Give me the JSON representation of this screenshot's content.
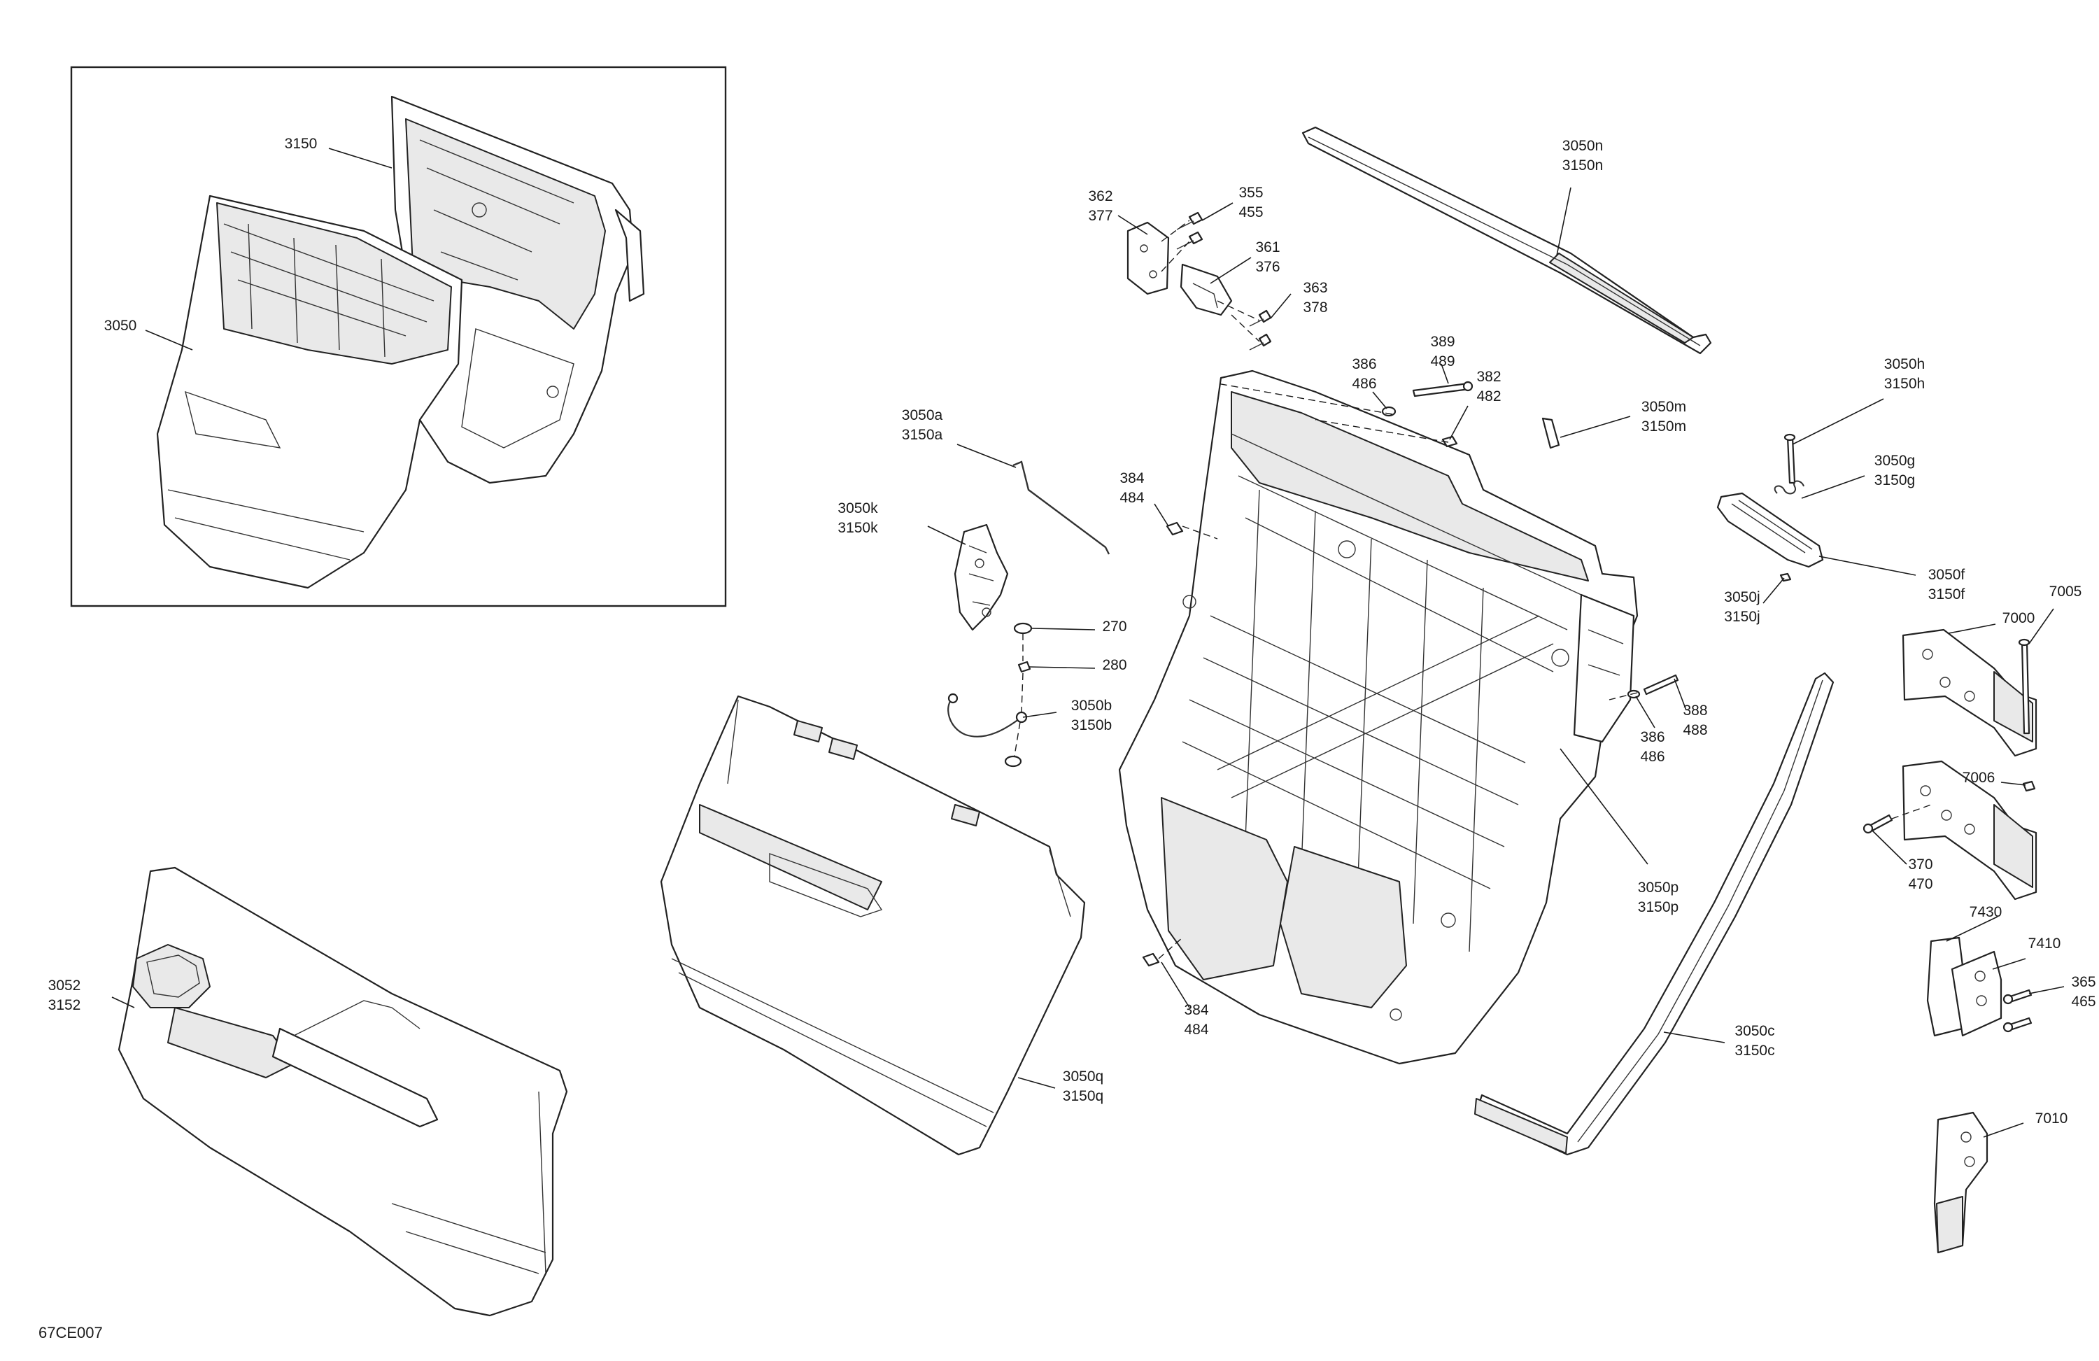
{
  "drawing_code": "67CE007",
  "inset_callouts": [
    {
      "id": "c3150",
      "lines": [
        "3150"
      ]
    },
    {
      "id": "c3050",
      "lines": [
        "3050"
      ]
    }
  ],
  "callouts": [
    {
      "id": "c3050n",
      "lines": [
        "3050n",
        "3150n"
      ]
    },
    {
      "id": "c362",
      "lines": [
        "362",
        "377"
      ]
    },
    {
      "id": "c355",
      "lines": [
        "355",
        "455"
      ]
    },
    {
      "id": "c361",
      "lines": [
        "361",
        "376"
      ]
    },
    {
      "id": "c363",
      "lines": [
        "363",
        "378"
      ]
    },
    {
      "id": "c389",
      "lines": [
        "389",
        "489"
      ]
    },
    {
      "id": "c386a",
      "lines": [
        "386",
        "486"
      ]
    },
    {
      "id": "c382",
      "lines": [
        "382",
        "482"
      ]
    },
    {
      "id": "c3050m",
      "lines": [
        "3050m",
        "3150m"
      ]
    },
    {
      "id": "c3050h",
      "lines": [
        "3050h",
        "3150h"
      ]
    },
    {
      "id": "c3050g",
      "lines": [
        "3050g",
        "3150g"
      ]
    },
    {
      "id": "c3050a",
      "lines": [
        "3050a",
        "3150a"
      ]
    },
    {
      "id": "c3050k",
      "lines": [
        "3050k",
        "3150k"
      ]
    },
    {
      "id": "c384a",
      "lines": [
        "384",
        "484"
      ]
    },
    {
      "id": "c3050f",
      "lines": [
        "3050f",
        "3150f"
      ]
    },
    {
      "id": "c3050j",
      "lines": [
        "3050j",
        "3150j"
      ]
    },
    {
      "id": "c7005",
      "lines": [
        "7005"
      ]
    },
    {
      "id": "c7000",
      "lines": [
        "7000"
      ]
    },
    {
      "id": "c270",
      "lines": [
        "270"
      ]
    },
    {
      "id": "c280",
      "lines": [
        "280"
      ]
    },
    {
      "id": "c3050b",
      "lines": [
        "3050b",
        "3150b"
      ]
    },
    {
      "id": "c386b",
      "lines": [
        "386",
        "486"
      ]
    },
    {
      "id": "c388",
      "lines": [
        "388",
        "488"
      ]
    },
    {
      "id": "c7006",
      "lines": [
        "7006"
      ]
    },
    {
      "id": "c370",
      "lines": [
        "370",
        "470"
      ]
    },
    {
      "id": "c3050p",
      "lines": [
        "3050p",
        "3150p"
      ]
    },
    {
      "id": "c7430",
      "lines": [
        "7430"
      ]
    },
    {
      "id": "c7410",
      "lines": [
        "7410"
      ]
    },
    {
      "id": "c365",
      "lines": [
        "365",
        "465"
      ]
    },
    {
      "id": "c3052",
      "lines": [
        "3052",
        "3152"
      ]
    },
    {
      "id": "c384b",
      "lines": [
        "384",
        "484"
      ]
    },
    {
      "id": "c3050c",
      "lines": [
        "3050c",
        "3150c"
      ]
    },
    {
      "id": "c3050q",
      "lines": [
        "3050q",
        "3150q"
      ]
    },
    {
      "id": "c7010",
      "lines": [
        "7010"
      ]
    }
  ]
}
